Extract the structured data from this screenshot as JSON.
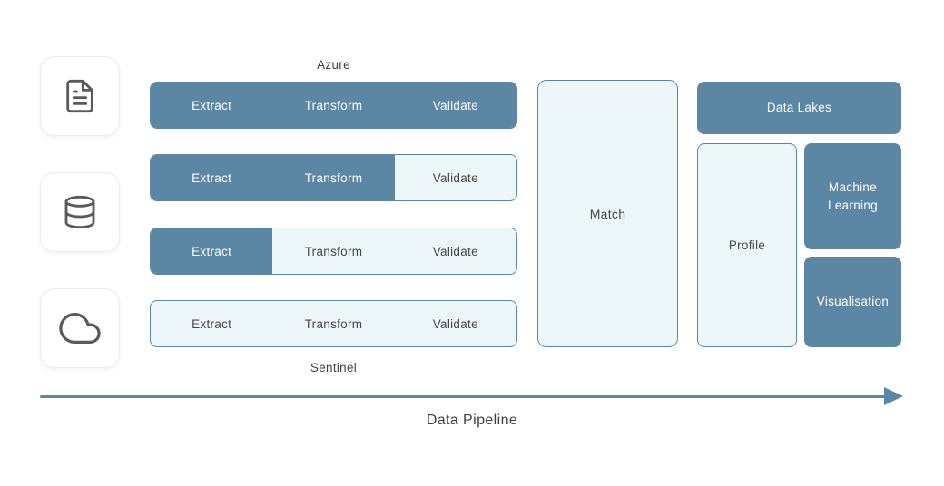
{
  "colors": {
    "accent": "#5b87a5",
    "light_fill": "#edf7fa",
    "text_dark": "#454545",
    "text_light": "#ffffff"
  },
  "sources": [
    {
      "icon": "document-icon"
    },
    {
      "icon": "database-icon"
    },
    {
      "icon": "cloud-icon"
    }
  ],
  "pipeline": {
    "top_label": "Azure",
    "bottom_label": "Sentinel",
    "rows": [
      {
        "filled_count": 3,
        "segments": [
          {
            "label": "Extract",
            "filled": true
          },
          {
            "label": "Transform",
            "filled": true
          },
          {
            "label": "Validate",
            "filled": true
          }
        ]
      },
      {
        "filled_count": 2,
        "segments": [
          {
            "label": "Extract",
            "filled": true
          },
          {
            "label": "Transform",
            "filled": true
          },
          {
            "label": "Validate",
            "filled": false
          }
        ]
      },
      {
        "filled_count": 1,
        "segments": [
          {
            "label": "Extract",
            "filled": true
          },
          {
            "label": "Transform",
            "filled": false
          },
          {
            "label": "Validate",
            "filled": false
          }
        ]
      },
      {
        "filled_count": 0,
        "segments": [
          {
            "label": "Extract",
            "filled": false
          },
          {
            "label": "Transform",
            "filled": false
          },
          {
            "label": "Validate",
            "filled": false
          }
        ]
      }
    ]
  },
  "match": {
    "label": "Match"
  },
  "outputs": {
    "data_lakes": "Data Lakes",
    "profile": "Profile",
    "machine_learning": "Machine Learning",
    "visualisation": "Visualisation"
  },
  "footer": {
    "label": "Data Pipeline"
  }
}
